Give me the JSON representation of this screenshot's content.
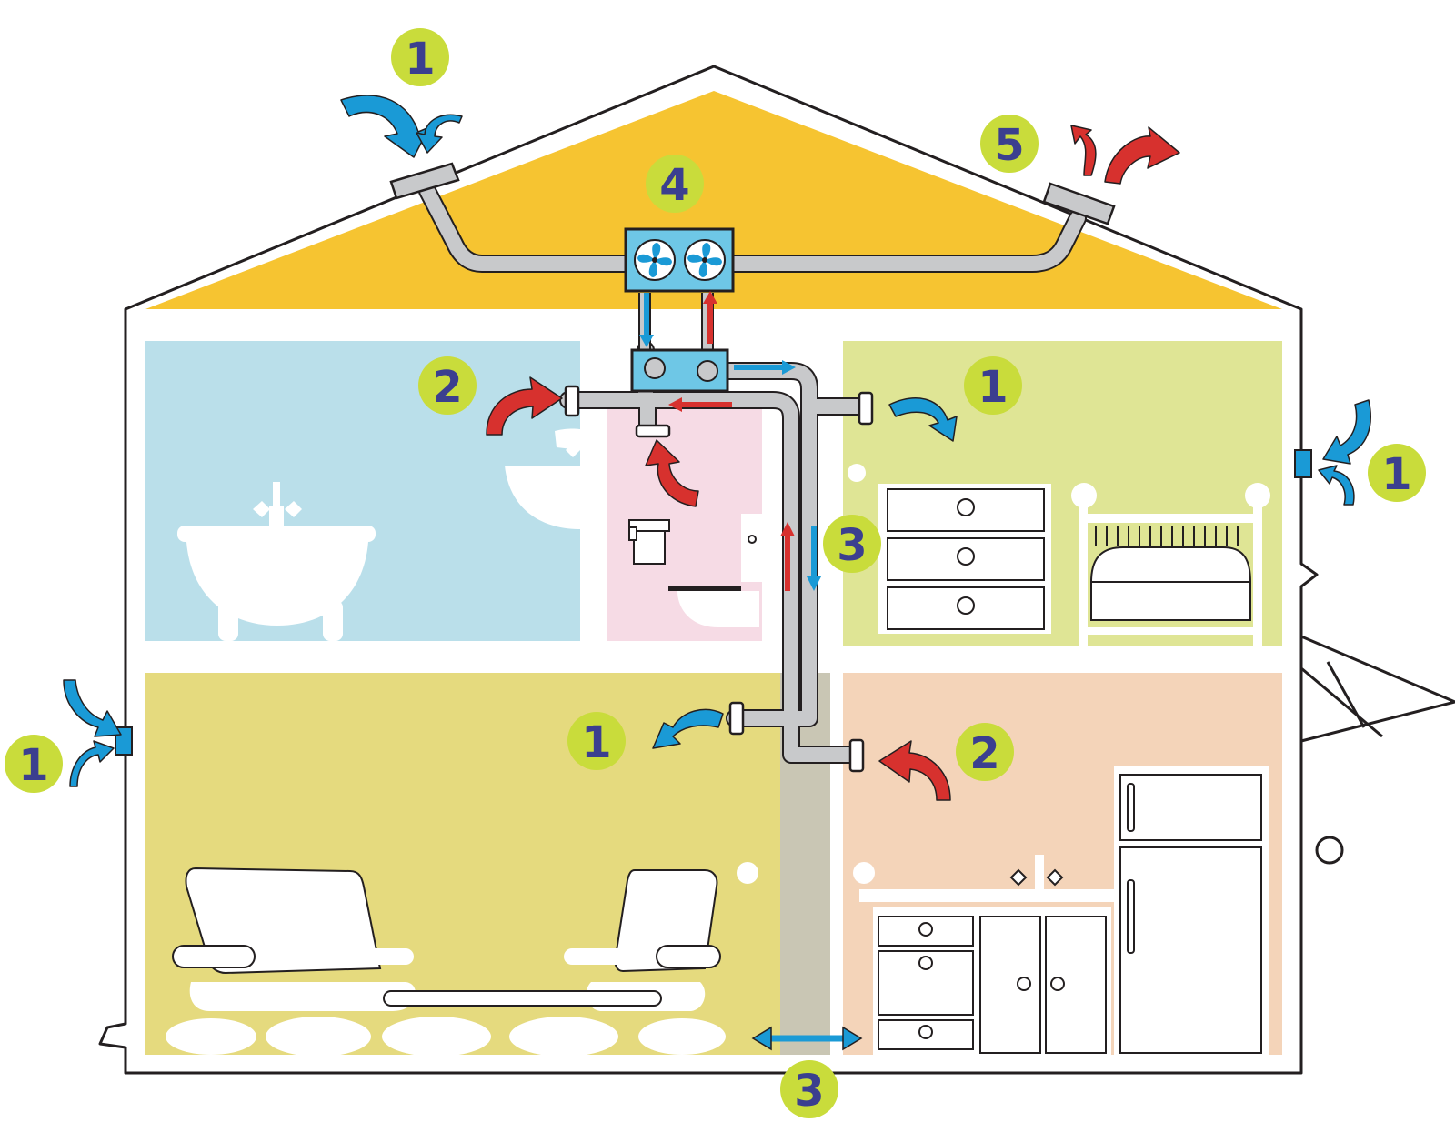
{
  "colors": {
    "outline": "#231f20",
    "attic": "#f6c431",
    "bathroom": "#badfea",
    "toilet": "#f6dbe5",
    "bedroom": "#dfe595",
    "living": "#e5da7e",
    "kitchen": "#f4d4b9",
    "shaft": "#c9c6b4",
    "duct": "#c8c9cb",
    "unit": "#6ec7e6",
    "fresh_air": "#1a9ad6",
    "stale_air": "#d7312e",
    "badge": "#c9dc3b",
    "badge_text": "#3b3f8f"
  },
  "labels": {
    "intake_roof": "1",
    "bath_extract": "2",
    "unit": "4",
    "exhaust": "5",
    "bedroom_supply": "1",
    "wall_right": "1",
    "wall_left": "1",
    "shaft_mid": "3",
    "living_supply": "1",
    "kitchen_extract": "2",
    "shaft_bottom": "3"
  }
}
